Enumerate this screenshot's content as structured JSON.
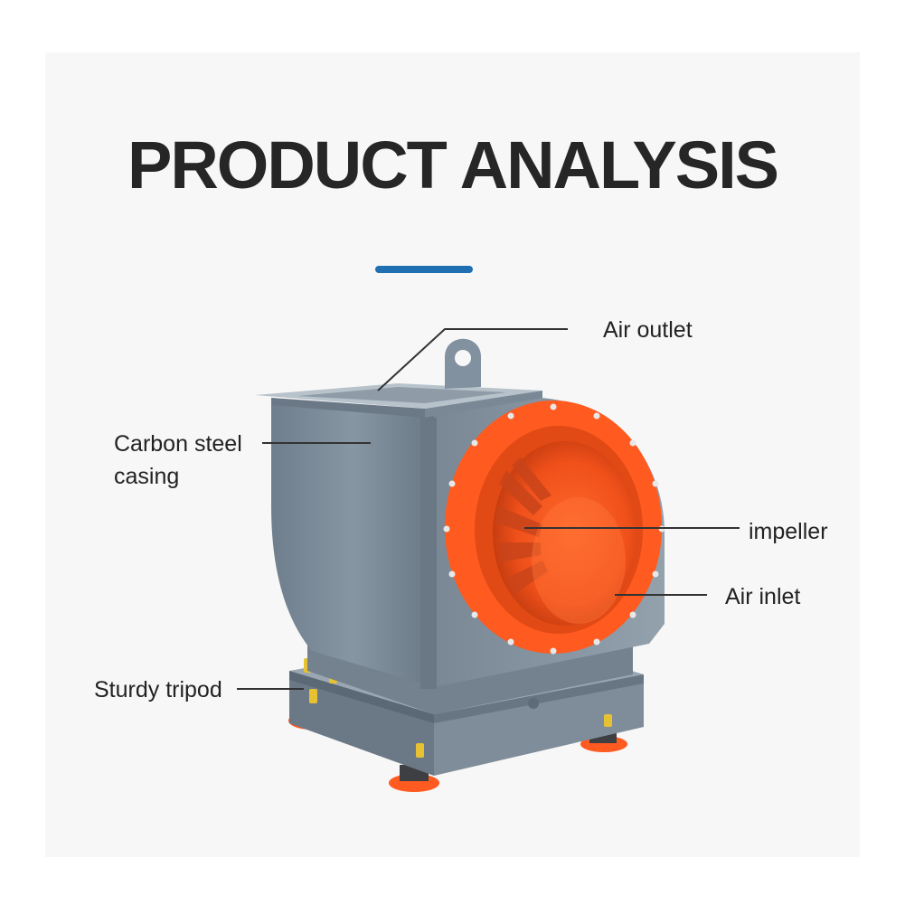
{
  "title": "PRODUCT ANALYSIS",
  "accent_color": "#1f6fb2",
  "casing_color": "#7c8b99",
  "flange_color": "#ff5a1f",
  "callouts": {
    "air_outlet": "Air outlet",
    "casing_line1": "Carbon steel",
    "casing_line2": "casing",
    "impeller": "impeller",
    "air_inlet": "Air inlet",
    "tripod": "Sturdy tripod"
  }
}
